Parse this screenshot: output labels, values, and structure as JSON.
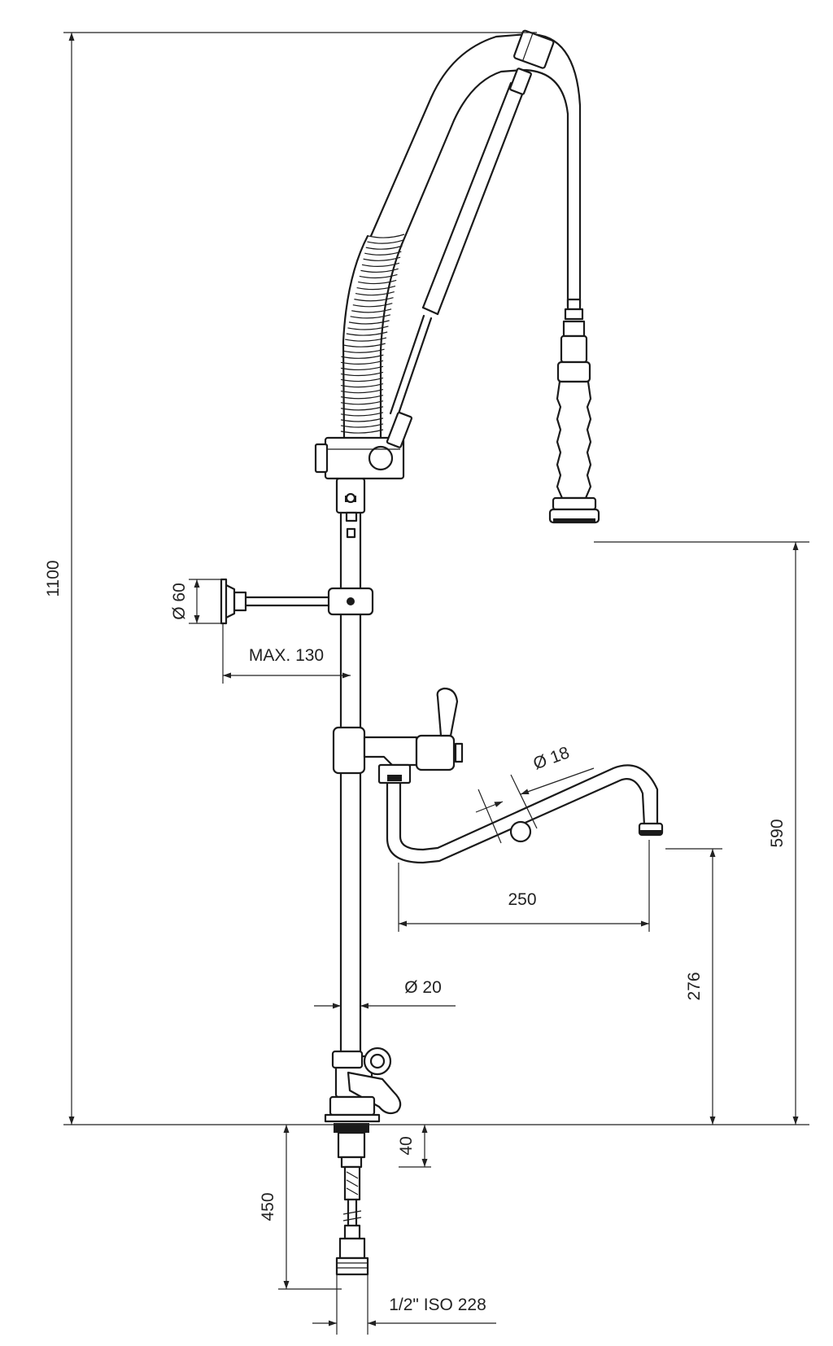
{
  "dimensions": {
    "total_height": "1100",
    "wall_bracket_diameter": "Ø 60",
    "bracket_reach": "MAX. 130",
    "spout_tube_diameter": "Ø 18",
    "spout_reach": "250",
    "shower_height": "590",
    "spout_height": "276",
    "column_diameter": "Ø 20",
    "shank_length": "40",
    "hose_length": "450",
    "connection_thread": "1/2\" ISO 228"
  }
}
